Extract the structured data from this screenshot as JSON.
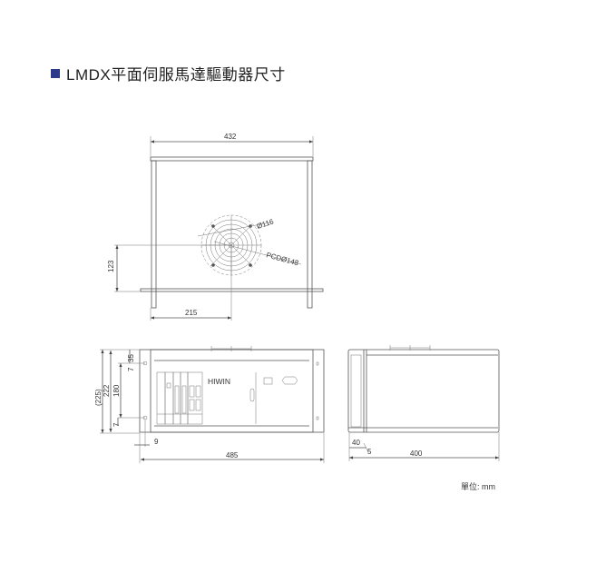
{
  "title": "LMDX平面伺服馬達驅動器尺寸",
  "accent_color": "#2d3a8c",
  "top_view": {
    "width": "432",
    "fan_diameter": "Ø116",
    "pcd": "PCDØ148",
    "height_dim": "123",
    "center_dim": "215"
  },
  "front_view": {
    "brand": "HIWIN",
    "overall_height": "(225)",
    "height_222": "222",
    "height_180": "180",
    "dim_35": "35",
    "dim_7_top": "7",
    "dim_7_bottom": "7",
    "dim_9": "9",
    "width": "485"
  },
  "side_view": {
    "dim_40": "40",
    "dim_5": "5",
    "depth": "400"
  },
  "unit_label": "單位: mm"
}
